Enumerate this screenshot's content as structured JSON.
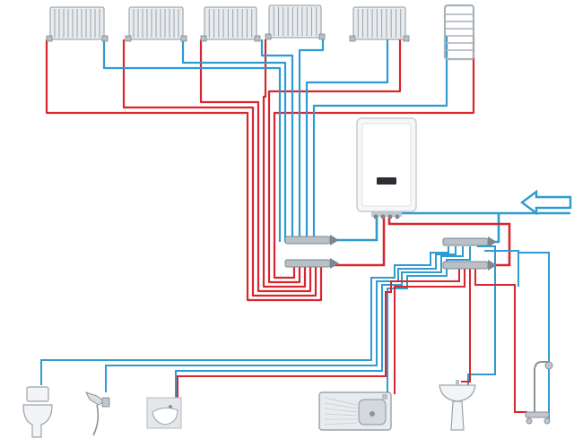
{
  "diagram": {
    "description_visible_text": [],
    "colors": {
      "hot_pipe": "#d7262f",
      "cold_pipe": "#2f9bd1",
      "radiator_body": "#e9ecef",
      "radiator_fin": "#c7ccd1",
      "boiler_body": "#f6f7f8",
      "boiler_outline": "#c9ced3",
      "fixture_white": "#f2f4f5",
      "fixture_outline": "#9aa3ab",
      "metal": "#b9c0c6",
      "arrow": "#2f9bd1",
      "background": "#ffffff"
    },
    "components": {
      "radiators": [
        "radiator-1",
        "radiator-2",
        "radiator-3",
        "radiator-4",
        "radiator-5"
      ],
      "towel_rail": "towel-rail",
      "boiler": "wall-boiler",
      "manifolds": [
        "heating-manifold-supply",
        "heating-manifold-return",
        "water-manifold-hot",
        "water-manifold-cold"
      ],
      "fixtures": [
        "toilet",
        "bidet-shower",
        "bidet",
        "kitchen-sink",
        "washbasin",
        "shower-mixer"
      ],
      "inlet": "cold-water-inlet-arrow"
    }
  }
}
